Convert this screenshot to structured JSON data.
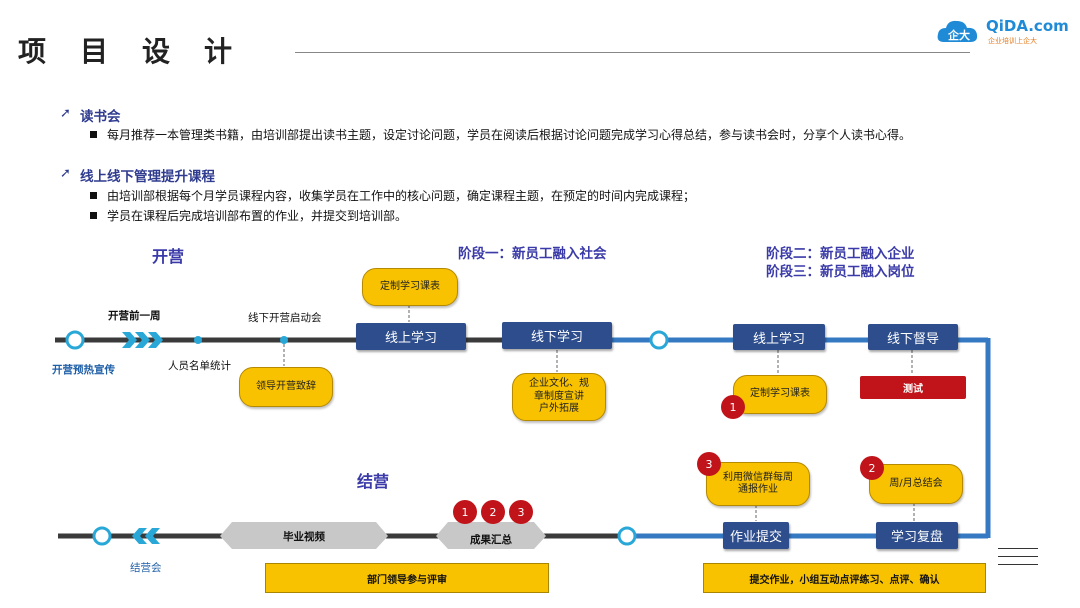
{
  "header": {
    "title": "项目设计",
    "logo_text": "QiDA.com",
    "logo_sub": "企业培训上企大"
  },
  "sections": [
    {
      "title": "读书会",
      "bullets": [
        "每月推荐一本管理类书籍，由培训部提出读书主题，设定讨论问题，学员在阅读后根据讨论问题完成学习心得总结，参与读书会时，分享个人读书心得。"
      ]
    },
    {
      "title": "线上线下管理提升课程",
      "bullets": [
        "由培训部根据每个月学员课程内容，收集学员在工作中的核心问题，确定课程主题，在预定的时间内完成课程；",
        "学员在课程后完成培训部布置的作业，并提交到培训部。"
      ]
    }
  ],
  "diagram": {
    "opening": "开营",
    "closing": "结营",
    "phase1": "阶段一：新员工融入社会",
    "phase2": "阶段二：新员工融入企业",
    "phase3": "阶段三：新员工融入岗位",
    "week_before": "开营前一周",
    "preheat": "开营预热宣传",
    "roster": "人员名单统计",
    "offline_kickoff": "线下开营启动会",
    "leader_speech": "领导开营致辞",
    "online1": "线上学习",
    "custom1": "定制学习课表",
    "offline_learning": "线下学习",
    "offline_topics": "企业文化、规\n章制度宣讲\n户外拓展",
    "online2": "线上学习",
    "custom2": "定制学习课表",
    "supervise": "线下督导",
    "test": "测试",
    "wechat": "利用微信群每周\n通报作业",
    "weekly_summary": "周/月总结会",
    "homework": "作业提交",
    "review": "学习复盘",
    "results": "成果汇总",
    "graduation_video": "毕业视频",
    "closing_meeting": "结营会",
    "dept_review": "部门领导参与评审",
    "submit_note": "提交作业，小组互动点评练习、点评、确认",
    "n1": "1",
    "n2": "2",
    "n3": "3"
  },
  "colors": {
    "navy": "#2d4d8c",
    "yellow": "#f8c200",
    "red": "#c0141a",
    "blue_line": "#3579c3",
    "dark_line": "#3a3a3a"
  }
}
